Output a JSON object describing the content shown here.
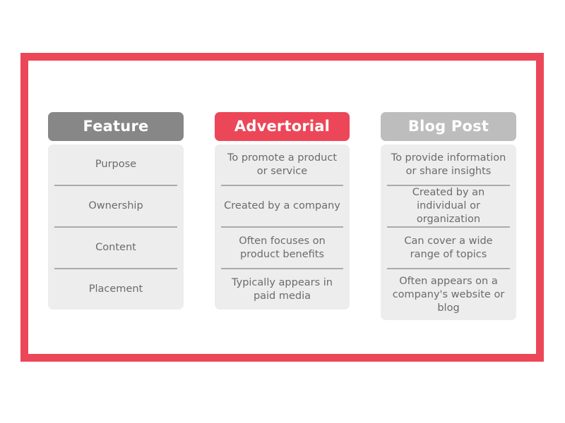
{
  "slide": {
    "frame_color": "#ec4758",
    "background": "#ffffff"
  },
  "theme": {
    "accent_red": "#ec4758",
    "header_dark_gray": "#878787",
    "header_light_gray": "#bdbdbd",
    "body_background": "#ededed",
    "divider_color": "#ababab",
    "body_text_color": "#6b6b6b",
    "header_text_color": "#ffffff"
  },
  "table": {
    "row_labels": [
      "Purpose",
      "Ownership",
      "Content",
      "Placement"
    ],
    "columns": [
      {
        "header": "Feature",
        "header_color": "#878787",
        "cells": [
          "Purpose",
          "Ownership",
          "Content",
          "Placement"
        ]
      },
      {
        "header": "Advertorial",
        "header_color": "#ec4758",
        "cells": [
          "To promote a product or service",
          "Created by a company",
          "Often focuses on product benefits",
          "Typically appears in paid media"
        ]
      },
      {
        "header": "Blog Post",
        "header_color": "#bdbdbd",
        "cells": [
          "To provide information or share insights",
          "Created by an individual or organization",
          "Can cover a wide range of topics",
          "Often appears on a company's website or blog"
        ]
      }
    ]
  }
}
